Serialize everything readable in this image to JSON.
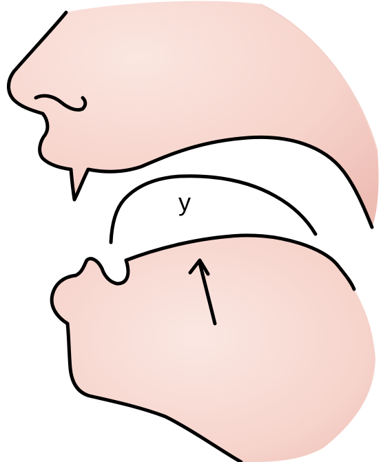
{
  "diagram": {
    "sound_label": "y",
    "colors": {
      "skin": "#f6d6cf",
      "skin_shade": "#eebdb4",
      "outline": "#000000",
      "background": "#ffffff"
    },
    "elements": [
      "upper-face-profile",
      "nose",
      "upper-lip",
      "palate-line",
      "airflow-arc",
      "lower-face-profile",
      "lower-lip",
      "chin",
      "tongue",
      "tongue-movement-arrow"
    ]
  }
}
